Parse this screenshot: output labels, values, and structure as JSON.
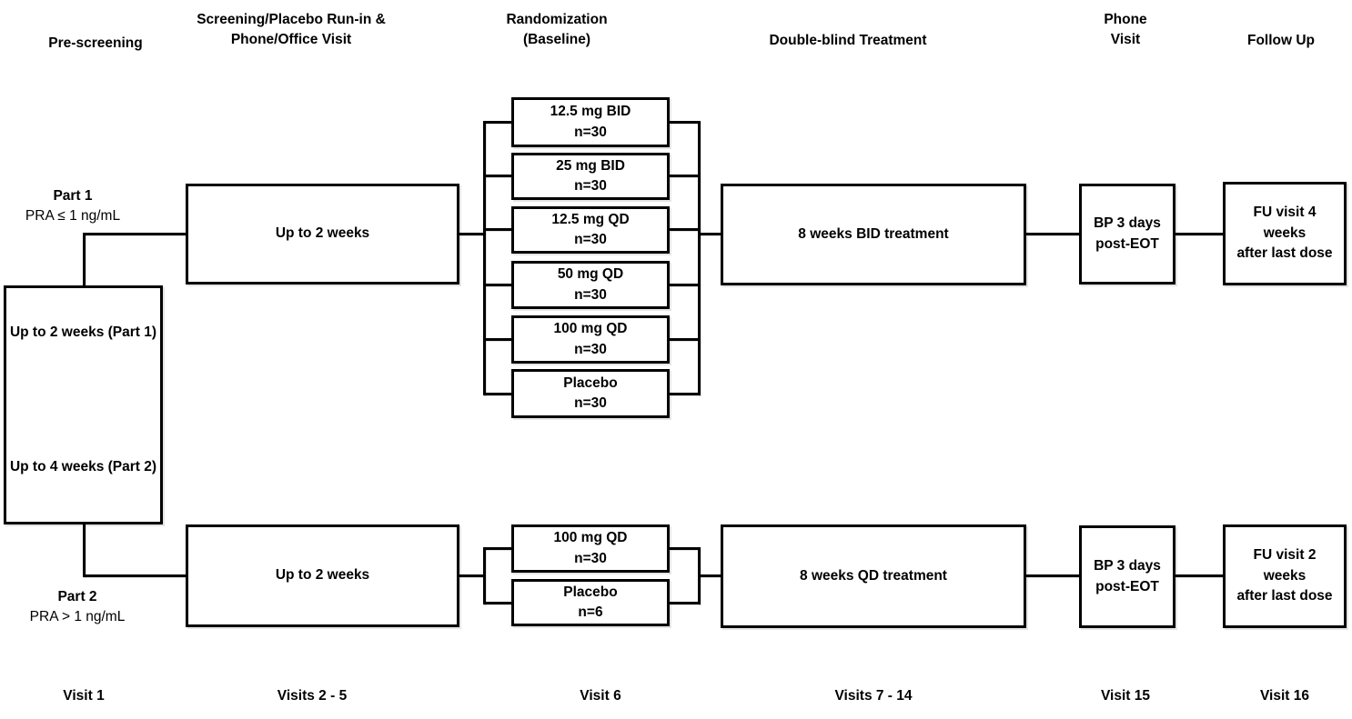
{
  "columns": [
    {
      "header": "Pre-screening",
      "visit": "Visit 1"
    },
    {
      "header": "Screening/Placebo Run-in &",
      "header_line2": "Phone/Office Visit",
      "visit": "Visits 2 - 5"
    },
    {
      "header": "Randomization",
      "header_line2": "(Baseline)",
      "visit": "Visit 6"
    },
    {
      "header": "Double-blind Treatment",
      "visit": "Visits 7 - 14"
    },
    {
      "header": "Phone",
      "header_line2": "Visit",
      "visit": "Visit 15"
    },
    {
      "header": "Follow Up",
      "visit": "Visit 16"
    }
  ],
  "pre_screening": {
    "part1_label": "Part 1",
    "part1_criteria": "PRA ≤ 1 ng/mL",
    "part2_label": "Part 2",
    "part2_criteria": "PRA > 1 ng/mL",
    "duration_box": {
      "line1": "Up to 2 weeks",
      "line2": "(Part 1)",
      "line3": "Up to 4 weeks",
      "line4": "(Part 2)"
    }
  },
  "part1": {
    "screening_box": "Up to 2 weeks",
    "arms": [
      {
        "dose": "12.5 mg BID",
        "n": "n=30"
      },
      {
        "dose": "25 mg BID",
        "n": "n=30"
      },
      {
        "dose": "12.5 mg QD",
        "n": "n=30"
      },
      {
        "dose": "50 mg QD",
        "n": "n=30"
      },
      {
        "dose": "100 mg QD",
        "n": "n=30"
      },
      {
        "dose": "Placebo",
        "n": "n=30"
      }
    ],
    "treatment_box": "8 weeks BID treatment",
    "phone_box_line1": "BP 3 days",
    "phone_box_line2": "post-EOT",
    "followup_box_line1": "FU visit 4",
    "followup_box_line2": "weeks",
    "followup_box_line3": "after last dose"
  },
  "part2": {
    "screening_box": "Up to 2 weeks",
    "arms": [
      {
        "dose": "100 mg QD",
        "n": "n=30"
      },
      {
        "dose": "Placebo",
        "n": "n=6"
      }
    ],
    "treatment_box": "8 weeks QD treatment",
    "phone_box_line1": "BP 3 days",
    "phone_box_line2": "post-EOT",
    "followup_box_line1": "FU visit 2",
    "followup_box_line2": "weeks",
    "followup_box_line3": "after last dose"
  },
  "colors": {
    "line": "#000000",
    "background": "#ffffff",
    "text": "#000000"
  }
}
